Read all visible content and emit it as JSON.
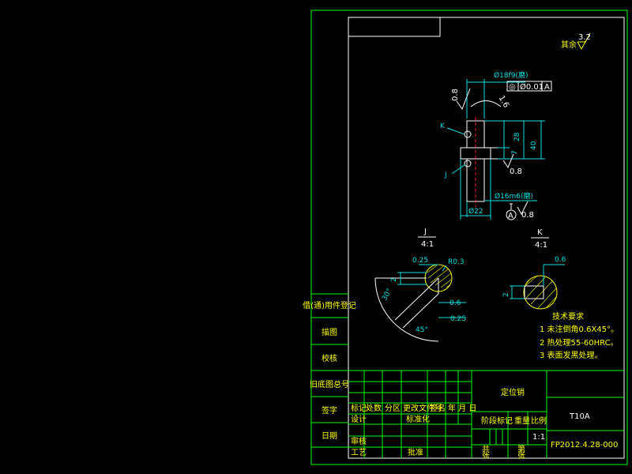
{
  "roughness_default": {
    "prefix": "其余",
    "value": "3.2"
  },
  "main_view": {
    "dim_top": "Ø18f9(磨)",
    "tolerance_symbol": "◎",
    "tolerance_value": "Ø0.01",
    "datum": "A",
    "roughness_left": "0.8",
    "roughness_top": "1.6",
    "label_k": "K",
    "label_j": "J",
    "dim_h1": "7",
    "dim_h2": "28",
    "dim_total": "40",
    "roughness_mid": "0.8",
    "dim_bottom": "Ø16m6(磨)",
    "dim_base": "Ø22",
    "datum_bottom": "A",
    "roughness_bottom": "0.8"
  },
  "detail_j": {
    "title": "J",
    "scale": "4:1",
    "dim_top": "0.25",
    "radius": "R0.3",
    "dim_left": "2",
    "dim_diag": "30°",
    "dim_mid": "0.6",
    "dim_lower": "0.25",
    "angle": "45°"
  },
  "detail_k": {
    "title": "K",
    "scale": "4:1",
    "dim_top": "0.6",
    "dim_left": "2"
  },
  "tech_requirements": {
    "title": "技术要求",
    "items": [
      "1 未注倒角0.6X45°。",
      "2 热处理55-60HRC。",
      "3 表面发黑处理。"
    ]
  },
  "left_strip": [
    "借(通)用件登记",
    "描图",
    "校核",
    "旧底图总号",
    "签字",
    "日期"
  ],
  "title_block": {
    "part_name": "定位销",
    "material": "T10A",
    "drawing_no": "FP2012.4.28-000",
    "rev_headers": [
      "标记",
      "处数",
      "分区",
      "更改文件号",
      "签名",
      "年 月 日"
    ],
    "row_labels": [
      "设计",
      "标准化",
      "审核",
      "工艺",
      "批准"
    ],
    "stage_headers": [
      "阶段标记",
      "重量",
      "比例"
    ],
    "scale_value": "1:1",
    "sheet_labels": [
      "共",
      "张",
      "第",
      "张"
    ]
  }
}
